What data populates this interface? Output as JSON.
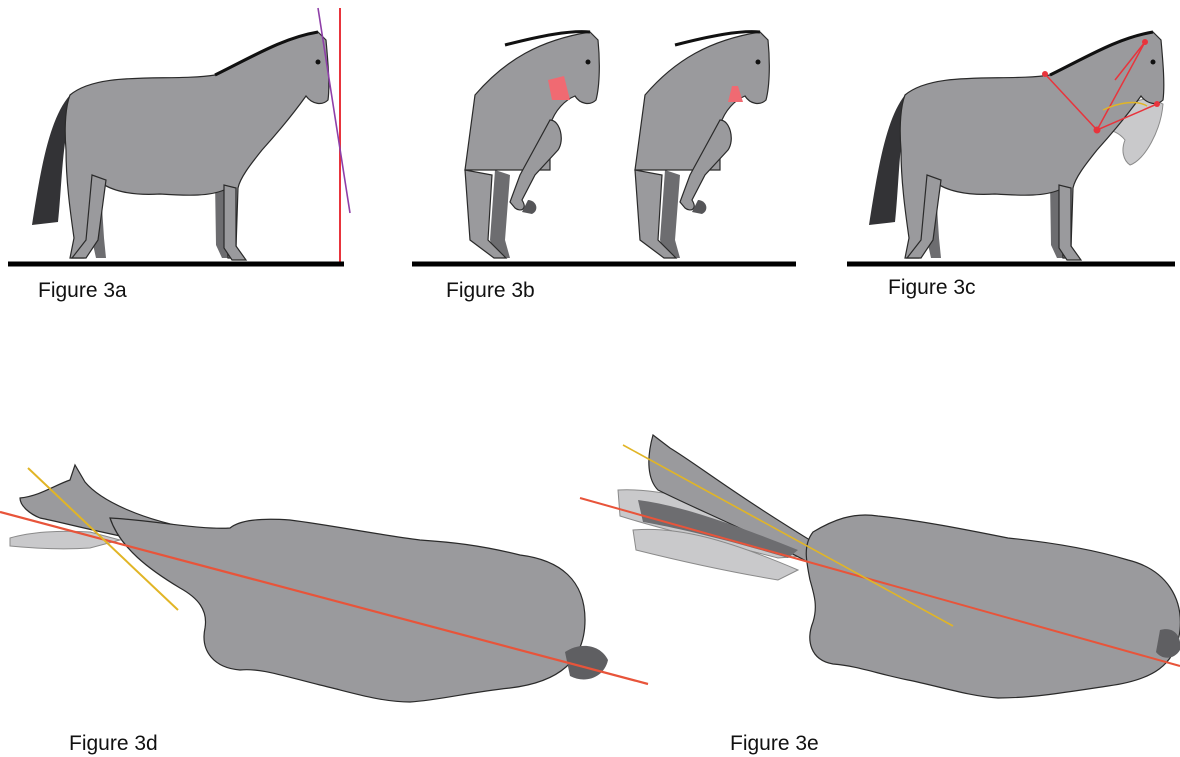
{
  "figures": [
    {
      "id": "3a",
      "caption": "Figure 3a"
    },
    {
      "id": "3b",
      "caption": "Figure 3b"
    },
    {
      "id": "3c",
      "caption": "Figure 3c"
    },
    {
      "id": "3d",
      "caption": "Figure 3d"
    },
    {
      "id": "3e",
      "caption": "Figure 3e"
    }
  ],
  "colors": {
    "horse": "#9a9a9d",
    "horse_far_legs": "#6d6d70",
    "horse_faded": "#c9c9cb",
    "tail": "#333336",
    "vertical_line": "#e8343c",
    "angle_line": "#8e3fa8",
    "spine_line": "#e8543a",
    "axis_line": "#e1b526",
    "highlight_fill": "#f06a72",
    "ground": "#000000"
  }
}
